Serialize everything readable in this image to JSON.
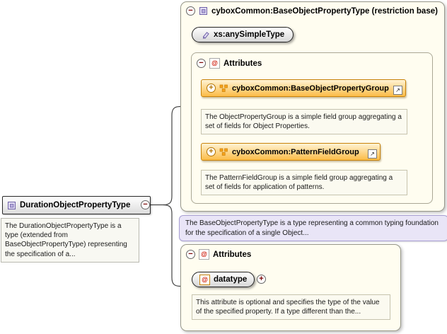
{
  "icons": {
    "minus": "−",
    "plus": "+",
    "at": "@",
    "link": "↗"
  },
  "diagram": {
    "element": {
      "name": "DurationObjectPropertyType",
      "annotation": "The DurationObjectPropertyType is a type (extended from BaseObjectPropertyType) representing the specification of a..."
    },
    "base_type": {
      "title": "cyboxCommon:BaseObjectPropertyType (restriction base)",
      "simple_type": "xs:anySimpleType",
      "attributes_title": "Attributes",
      "groups": [
        {
          "name": "cyboxCommon:BaseObjectPropertyGroup",
          "annotation": "The ObjectPropertyGroup is a simple field group aggregating a set of fields for Object Properties."
        },
        {
          "name": "cyboxCommon:PatternFieldGroup",
          "annotation": "The PatternFieldGroup is a simple field group aggregating a set of fields for application of patterns."
        }
      ],
      "annotation": "The BaseObjectPropertyType is a type representing a common typing foundation for the specification of a single Object..."
    },
    "attributes": {
      "title": "Attributes",
      "items": [
        {
          "name": "datatype",
          "annotation": "This attribute is optional and specifies the type of the value of the specified property. If a type different than the..."
        }
      ]
    }
  },
  "colors": {
    "cream_box": "#fffdf0",
    "orange_border": "#c8820a",
    "orange_fill": "#fcbc48",
    "lavender_fill": "#e9e5f7",
    "purple_icon": "#6f61a8",
    "toggle_glyph": "#7a0000",
    "at_glyph": "#cc1100"
  }
}
